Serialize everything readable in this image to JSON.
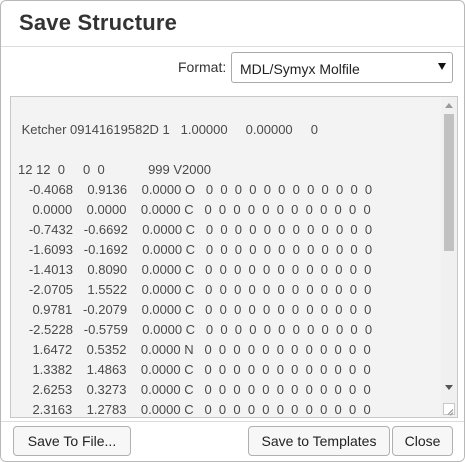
{
  "dialog": {
    "title": "Save Structure"
  },
  "format": {
    "label": "Format:",
    "selected": "MDL/Symyx Molfile"
  },
  "molfile": {
    "lines": [
      "",
      " Ketcher 09141619582D 1   1.00000     0.00000     0",
      "",
      "12 12  0     0  0            999 V2000",
      "   -0.4068    0.9136    0.0000 O   0  0  0  0  0  0  0  0  0  0  0  0",
      "    0.0000    0.0000    0.0000 C   0  0  0  0  0  0  0  0  0  0  0  0",
      "   -0.7432   -0.6692    0.0000 C   0  0  0  0  0  0  0  0  0  0  0  0",
      "   -1.6093   -0.1692    0.0000 C   0  0  0  0  0  0  0  0  0  0  0  0",
      "   -1.4013    0.8090    0.0000 C   0  0  0  0  0  0  0  0  0  0  0  0",
      "   -2.0705    1.5522    0.0000 C   0  0  0  0  0  0  0  0  0  0  0  0",
      "    0.9781   -0.2079    0.0000 C   0  0  0  0  0  0  0  0  0  0  0  0",
      "   -2.5228   -0.5759    0.0000 C   0  0  0  0  0  0  0  0  0  0  0  0",
      "    1.6472    0.5352    0.0000 N   0  0  0  0  0  0  0  0  0  0  0  0",
      "    1.3382    1.4863    0.0000 C   0  0  0  0  0  0  0  0  0  0  0  0",
      "    2.6253    0.3273    0.0000 C   0  0  0  0  0  0  0  0  0  0  0  0",
      "    2.3163    1.2783    0.0000 C   0  0  0  0  0  0  0  0  0  0  0  0"
    ]
  },
  "footer": {
    "save_to_file_label": "Save To File...",
    "save_to_templates_label": "Save to Templates",
    "close_label": "Close"
  }
}
